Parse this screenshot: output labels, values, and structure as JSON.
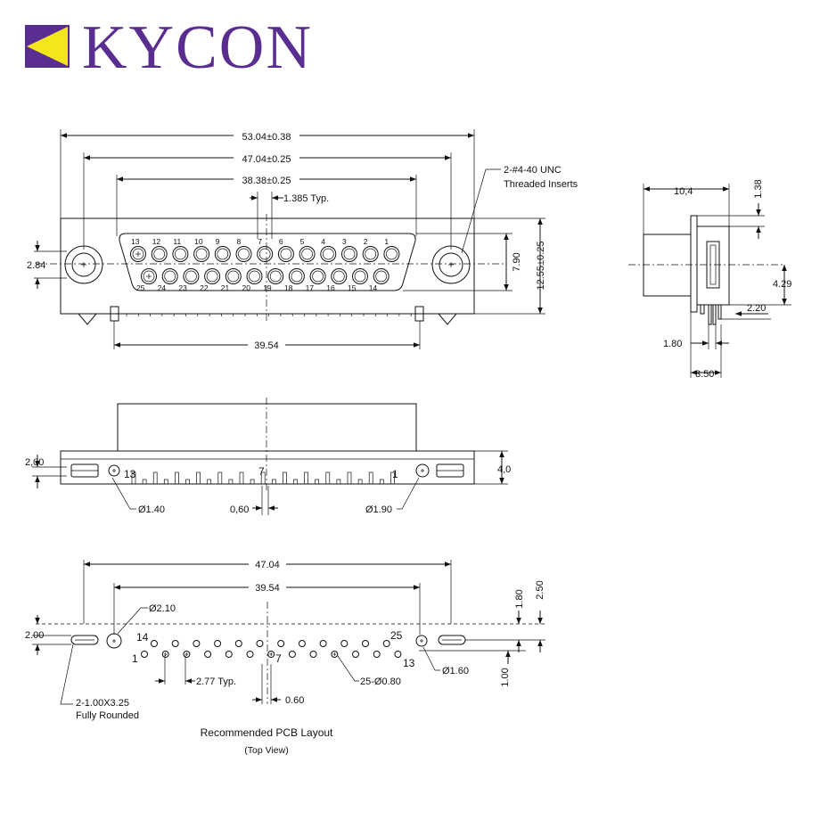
{
  "brand": {
    "name": "KYCON",
    "colors": {
      "purple": "#5a2d91",
      "yellow": "#f5e61b"
    }
  },
  "front_view": {
    "overall_width": "53.04±0.38",
    "mount_spacing": "47.04±0.25",
    "shell_width": "38.38±0.25",
    "pin_pitch": "1.385 Typ.",
    "insert_callout_line1": "2-#4-40 UNC",
    "insert_callout_line2": "Threaded Inserts",
    "height_dim": "2.84",
    "shell_height": "7.90",
    "flange_height": "12.55±0.25",
    "board_lock_spacing": "39.54",
    "top_row_pins": [
      "13",
      "12",
      "11",
      "10",
      "9",
      "8",
      "7",
      "6",
      "5",
      "4",
      "3",
      "2",
      "1"
    ],
    "bottom_row_pins": [
      "25",
      "24",
      "23",
      "22",
      "21",
      "20",
      "19",
      "18",
      "17",
      "16",
      "15",
      "14"
    ]
  },
  "side_view": {
    "depth": "10,4",
    "flange_thk": "1.38",
    "pin_offset": "4.29",
    "pin_spacing": "2.20",
    "tail_offset": "1.80",
    "tail_spacing": "3.50"
  },
  "bottom_view": {
    "left_height": "2,00",
    "right_height": "4,0",
    "label_13": "13",
    "label_7": "7",
    "label_1": "1",
    "hole_small": "Ø1.40",
    "pin_width": "0,60",
    "hole_large": "Ø1.90"
  },
  "pcb_layout": {
    "mount_spacing": "47.04",
    "board_lock_spacing": "39.54",
    "lock_hole": "Ø2.10",
    "left_height": "2.00",
    "right_dim_top": "1.80",
    "right_dim_total": "2.50",
    "right_dim_bottom": "1.00",
    "label_14": "14",
    "label_1": "1",
    "label_7": "7",
    "label_25": "25",
    "label_13": "13",
    "pitch_note": "2.77 Typ.",
    "pin_holes": "25-Ø0.80",
    "small_hole": "Ø1.60",
    "pin_width": "0.60",
    "slot_callout_line1": "2-1.00X3.25",
    "slot_callout_line2": "Fully Rounded",
    "caption_title": "Recommended PCB Layout",
    "caption_sub": "(Top View)"
  }
}
